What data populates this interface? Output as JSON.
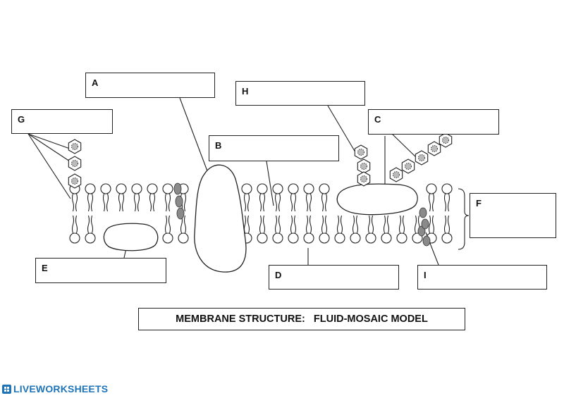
{
  "labels": {
    "A": "A",
    "B": "B",
    "C": "C",
    "D": "D",
    "E": "E",
    "F": "F",
    "G": "G",
    "H": "H",
    "I": "I"
  },
  "title": "MEMBRANE STRUCTURE:   FLUID-MOSAIC MODEL",
  "brand": "LIVEWORKSHEETS",
  "colors": {
    "line": "#222222",
    "brand": "#1f74b8",
    "grey_shape": "#8a8a8a"
  }
}
